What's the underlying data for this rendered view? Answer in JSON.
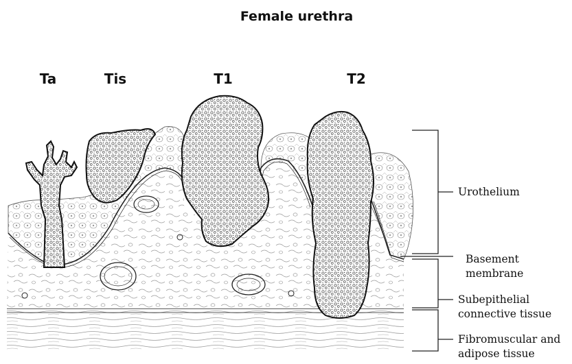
{
  "title": "Female urethra",
  "stages": {
    "ta": "Ta",
    "tis": "Tis",
    "t1": "T1",
    "t2": "T2"
  },
  "labels": {
    "urothelium": "Urothelium",
    "basement_1": "Basement",
    "basement_2": "membrane",
    "subepithelial_1": "Subepithelial",
    "subepithelial_2": "connective tissue",
    "fibromuscular_1": "Fibromuscular and",
    "fibromuscular_2": "adipose tissue"
  },
  "colors": {
    "ink": "#222222",
    "background": "#ffffff"
  }
}
